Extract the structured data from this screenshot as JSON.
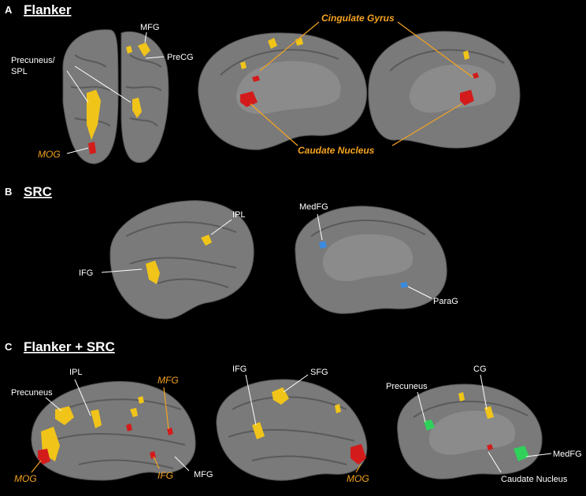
{
  "panels": {
    "a": {
      "letter": "A",
      "title": "Flanker"
    },
    "b": {
      "letter": "B",
      "title": "SRC"
    },
    "c": {
      "letter": "C",
      "title": "Flanker + SRC"
    }
  },
  "labels": {
    "a_mfg": "MFG",
    "a_precg": "PreCG",
    "a_precuneus_1": "Precuneus/",
    "a_precuneus_2": "SPL",
    "a_mog": "MOG",
    "a_cingulate": "Cingulate Gyrus",
    "a_caudate": "Caudate Nucleus",
    "b_ipl": "IPL",
    "b_ifg": "IFG",
    "b_medfg": "MedFG",
    "b_parag": "ParaG",
    "c_precuneus_left": "Precuneus",
    "c_ipl": "IPL",
    "c_mfg_orange": "MFG",
    "c_mog_left": "MOG",
    "c_ifg_orange": "IFG",
    "c_mfg_white": "MFG",
    "c_ifg_white": "IFG",
    "c_sfg": "SFG",
    "c_mog_mid": "MOG",
    "c_precuneus_right": "Precuneus",
    "c_cg": "CG",
    "c_medfg": "MedFG",
    "c_caudate": "Caudate Nucleus"
  },
  "colors": {
    "flanker": "#d41b1b",
    "src_activation": "#3a8be0",
    "overlap": "#f0c419",
    "conjunction": "#2fd15a",
    "orange_label": "#f5a321"
  }
}
